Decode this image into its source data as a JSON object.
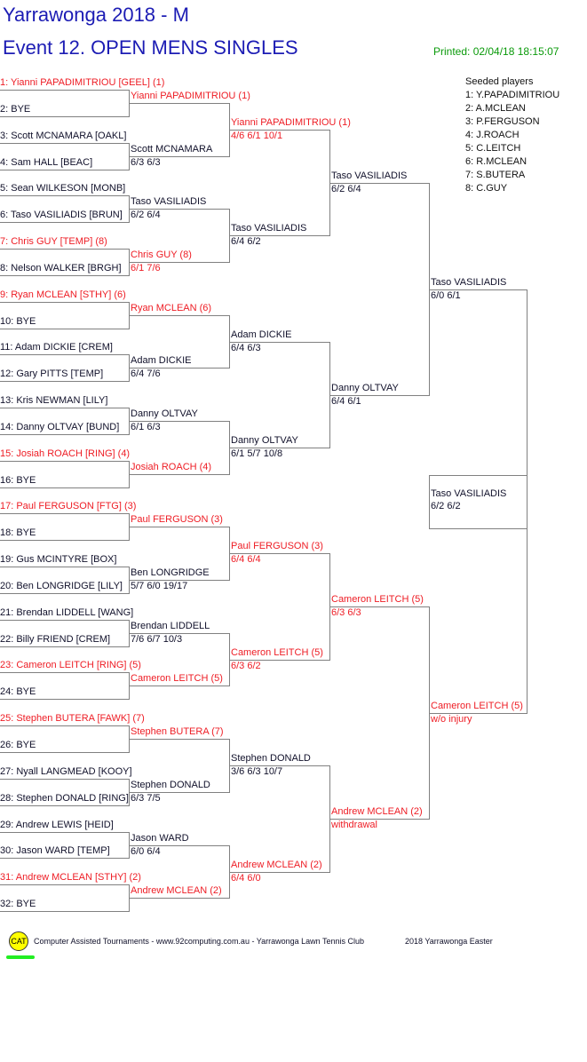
{
  "header": {
    "title": "Yarrawonga 2018 - M",
    "event": "Event 12. OPEN MENS SINGLES",
    "printed": "Printed: 02/04/18 18:15:07"
  },
  "seeded": {
    "heading": "Seeded players",
    "list": [
      "1: Y.PAPADIMITRIOU",
      "2: A.MCLEAN",
      "3: P.FERGUSON",
      "4: J.ROACH",
      "5: C.LEITCH",
      "6: R.MCLEAN",
      "7: S.BUTERA",
      "8: C.GUY"
    ]
  },
  "colors": {
    "seeded": "#ee1c24",
    "normal": "#10102a",
    "title": "#1c1cb4",
    "printed": "#0a9a0a"
  },
  "draw": {
    "players": [
      {
        "name": "1: Yianni PAPADIMITRIOU [GEEL] (1)",
        "seeded": true
      },
      {
        "name": "2: BYE",
        "seeded": false
      },
      {
        "name": "3: Scott MCNAMARA [OAKL]",
        "seeded": false
      },
      {
        "name": "4: Sam HALL [BEAC]",
        "seeded": false
      },
      {
        "name": "5: Sean WILKESON [MONB]",
        "seeded": false
      },
      {
        "name": "6: Taso VASILIADIS [BRUN]",
        "seeded": false
      },
      {
        "name": "7: Chris GUY [TEMP] (8)",
        "seeded": true
      },
      {
        "name": "8: Nelson WALKER [BRGH]",
        "seeded": false
      },
      {
        "name": "9: Ryan MCLEAN [STHY] (6)",
        "seeded": true
      },
      {
        "name": "10: BYE",
        "seeded": false
      },
      {
        "name": "11: Adam DICKIE [CREM]",
        "seeded": false
      },
      {
        "name": "12: Gary PITTS [TEMP]",
        "seeded": false
      },
      {
        "name": "13: Kris NEWMAN [LILY]",
        "seeded": false
      },
      {
        "name": "14: Danny OLTVAY [BUND]",
        "seeded": false
      },
      {
        "name": "15: Josiah ROACH [RING] (4)",
        "seeded": true
      },
      {
        "name": "16: BYE",
        "seeded": false
      },
      {
        "name": "17: Paul FERGUSON [FTG] (3)",
        "seeded": true
      },
      {
        "name": "18: BYE",
        "seeded": false
      },
      {
        "name": "19: Gus MCINTYRE [BOX]",
        "seeded": false
      },
      {
        "name": "20: Ben LONGRIDGE [LILY]",
        "seeded": false
      },
      {
        "name": "21: Brendan LIDDELL [WANG]",
        "seeded": false
      },
      {
        "name": "22: Billy FRIEND [CREM]",
        "seeded": false
      },
      {
        "name": "23: Cameron LEITCH [RING] (5)",
        "seeded": true
      },
      {
        "name": "24: BYE",
        "seeded": false
      },
      {
        "name": "25: Stephen BUTERA [FAWK] (7)",
        "seeded": true
      },
      {
        "name": "26: BYE",
        "seeded": false
      },
      {
        "name": "27: Nyall LANGMEAD [KOOY]",
        "seeded": false
      },
      {
        "name": "28: Stephen DONALD [RING]",
        "seeded": false
      },
      {
        "name": "29: Andrew LEWIS [HEID]",
        "seeded": false
      },
      {
        "name": "30: Jason WARD [TEMP]",
        "seeded": false
      },
      {
        "name": "31: Andrew MCLEAN [STHY] (2)",
        "seeded": true
      },
      {
        "name": "32: BYE",
        "seeded": false
      }
    ],
    "rounds": [
      [
        {
          "name": "Yianni PAPADIMITRIOU (1)",
          "score": "",
          "seeded": true
        },
        {
          "name": "Scott MCNAMARA",
          "score": "6/3 6/3",
          "seeded": false
        },
        {
          "name": "Taso VASILIADIS",
          "score": "6/2 6/4",
          "seeded": false
        },
        {
          "name": "Chris GUY (8)",
          "score": "6/1 7/6",
          "seeded": true
        },
        {
          "name": "Ryan MCLEAN (6)",
          "score": "",
          "seeded": true
        },
        {
          "name": "Adam DICKIE",
          "score": "6/4 7/6",
          "seeded": false
        },
        {
          "name": "Danny OLTVAY",
          "score": "6/1 6/3",
          "seeded": false
        },
        {
          "name": "Josiah ROACH (4)",
          "score": "",
          "seeded": true
        },
        {
          "name": "Paul FERGUSON (3)",
          "score": "",
          "seeded": true
        },
        {
          "name": "Ben LONGRIDGE",
          "score": "5/7 6/0 19/17",
          "seeded": false
        },
        {
          "name": "Brendan LIDDELL",
          "score": "7/6 6/7 10/3",
          "seeded": false
        },
        {
          "name": "Cameron LEITCH (5)",
          "score": "",
          "seeded": true
        },
        {
          "name": "Stephen BUTERA (7)",
          "score": "",
          "seeded": true
        },
        {
          "name": "Stephen DONALD",
          "score": "6/3 7/5",
          "seeded": false
        },
        {
          "name": "Jason WARD",
          "score": "6/0 6/4",
          "seeded": false
        },
        {
          "name": "Andrew MCLEAN (2)",
          "score": "",
          "seeded": true
        }
      ],
      [
        {
          "name": "Yianni PAPADIMITRIOU (1)",
          "score": "4/6 6/1 10/1",
          "seeded": true
        },
        {
          "name": "Taso VASILIADIS",
          "score": "6/4 6/2",
          "seeded": false
        },
        {
          "name": "Adam DICKIE",
          "score": "6/4 6/3",
          "seeded": false
        },
        {
          "name": "Danny OLTVAY",
          "score": "6/1 5/7 10/8",
          "seeded": false
        },
        {
          "name": "Paul FERGUSON (3)",
          "score": "6/4 6/4",
          "seeded": true
        },
        {
          "name": "Cameron LEITCH (5)",
          "score": "6/3 6/2",
          "seeded": true
        },
        {
          "name": "Stephen DONALD",
          "score": "3/6 6/3 10/7",
          "seeded": false
        },
        {
          "name": "Andrew MCLEAN (2)",
          "score": "6/4 6/0",
          "seeded": true
        }
      ],
      [
        {
          "name": "Taso VASILIADIS",
          "score": "6/2 6/4",
          "seeded": false
        },
        {
          "name": "Danny OLTVAY",
          "score": "6/4 6/1",
          "seeded": false
        },
        {
          "name": "Cameron LEITCH (5)",
          "score": "6/3 6/3",
          "seeded": true
        },
        {
          "name": "Andrew MCLEAN (2)",
          "score": "withdrawal",
          "seeded": true
        }
      ],
      [
        {
          "name": "Taso VASILIADIS",
          "score": "6/0 6/1",
          "seeded": false
        },
        {
          "name": "Cameron LEITCH (5)",
          "score": "w/o injury",
          "seeded": true
        }
      ]
    ],
    "champion": {
      "name": "Taso VASILIADIS",
      "score": "6/2 6/2",
      "seeded": false
    }
  },
  "footer": {
    "logo": "CAT",
    "text": "Computer Assisted Tournaments - www.92computing.com.au -  Yarrawonga Lawn Tennis Club",
    "event": "2018 Yarrawonga Easter"
  }
}
